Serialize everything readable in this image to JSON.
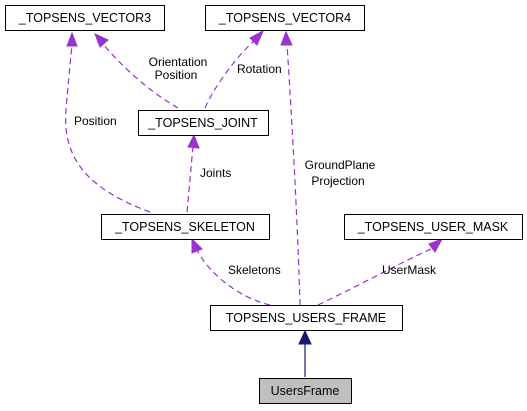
{
  "colors": {
    "usage_edge": "#9a32cd",
    "inheritance_edge": "#191970",
    "current_node_fill": "#bfbfbf",
    "node_fill": "#ffffff",
    "node_border": "#000000"
  },
  "nodes": {
    "vector3": "_TOPSENS_VECTOR3",
    "vector4": "_TOPSENS_VECTOR4",
    "joint": "_TOPSENS_JOINT",
    "skeleton": "_TOPSENS_SKELETON",
    "user_mask": "_TOPSENS_USER_MASK",
    "users_frame": "TOPSENS_USERS_FRAME",
    "current": "UsersFrame"
  },
  "edge_labels": {
    "joint_to_vector3_line1": "Orientation",
    "joint_to_vector3_line2": "Position",
    "joint_to_vector4": "Rotation",
    "skeleton_to_vector3": "Position",
    "skeleton_to_joint": "Joints",
    "frame_to_vector4_line1": "GroundPlane",
    "frame_to_vector4_line2": "Projection",
    "frame_to_skeleton": "Skeletons",
    "frame_to_user_mask": "UserMask"
  }
}
